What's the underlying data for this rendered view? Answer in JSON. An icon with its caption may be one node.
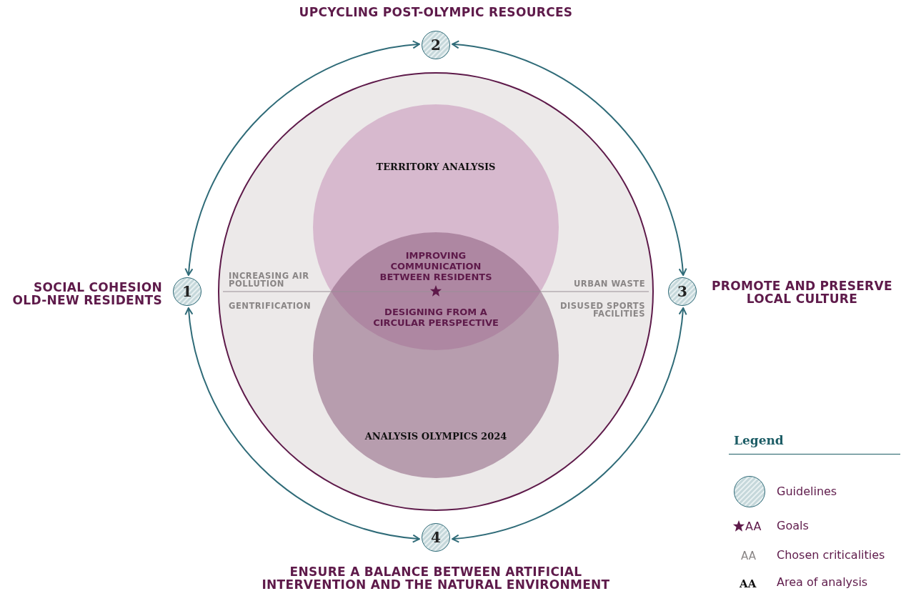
{
  "diagram": {
    "nodes": [
      {
        "text": [],
        "shape": "circle"
      },
      {
        "text": [
          "TERRITORY ANALYSIS"
        ],
        "in": 0
      },
      {
        "text": [
          "ANALYSIS OLYMPICS 2024"
        ],
        "in": 0
      },
      {
        "text": [
          "1"
        ],
        "beside": [
          "SOCIAL COHESION OLD-NEW RESIDENTS"
        ]
      },
      {
        "text": [
          "2"
        ],
        "beside": [
          "UPCYCLING POST-OLYMPIC RESOURCES"
        ]
      },
      {
        "text": [
          "3"
        ],
        "beside": [
          "PROMOTE AND PRESERVE LOCAL CULTURE"
        ]
      },
      {
        "text": [
          "4"
        ],
        "beside": [
          "ENSURE A BALANCE BETWEEN ARTIFICIAL INTERVENTION AND THE NATURAL ENVIRONMENT"
        ]
      }
    ],
    "edges": [
      {
        "from": 3,
        "to": 4,
        "arrow": "both"
      },
      {
        "from": 4,
        "to": 5,
        "arrow": "both"
      },
      {
        "from": 5,
        "to": 6,
        "arrow": "both"
      },
      {
        "from": 6,
        "to": 3,
        "arrow": "both"
      }
    ],
    "labels": [
      "IMPROVING COMMUNICATION BETWEEN RESIDENTS",
      "INCREASING AIR POLLUTION",
      "URBAN WASTE",
      "GENTRIFICATION",
      "DESIGNING FROM A CIRCULAR PERSPECTIVE",
      "DISUSED SPORTS FACILITIES",
      "Legend",
      "AA",
      "AA",
      "AA"
    ],
    "legend": [
      {
        "text": "Guidelines"
      },
      {
        "text": "Goals"
      },
      {
        "text": "Chosen criticalities"
      },
      {
        "text": "Area of analysis"
      }
    ]
  }
}
